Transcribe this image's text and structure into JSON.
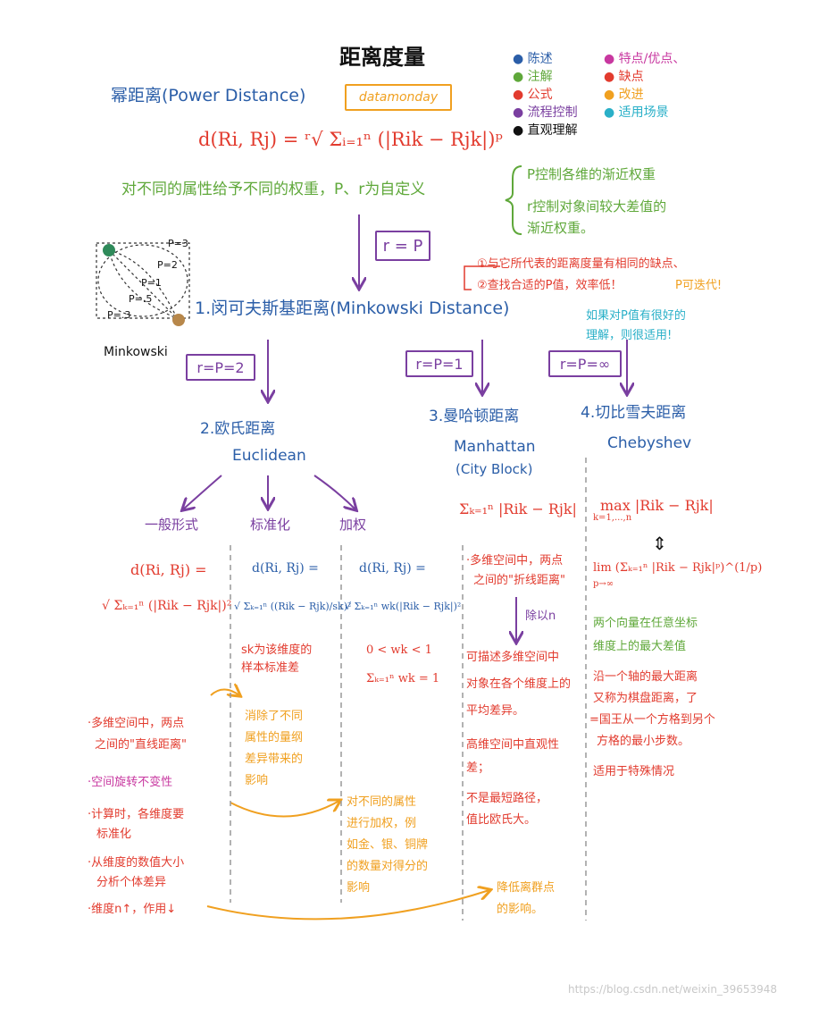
{
  "title": "距离度量",
  "watermark_tag": "datamonday",
  "legend": [
    {
      "label": "陈述",
      "color": "#2b5ea8"
    },
    {
      "label": "注解",
      "color": "#5fa83a"
    },
    {
      "label": "公式",
      "color": "#e23b2e"
    },
    {
      "label": "流程控制",
      "color": "#7a3fa0"
    },
    {
      "label": "直观理解",
      "color": "#111111"
    },
    {
      "label": "特点/优点、",
      "color": "#c838a0"
    },
    {
      "label": "缺点",
      "color": "#e23b2e"
    },
    {
      "label": "改进",
      "color": "#f0a020"
    },
    {
      "label": "适用场景",
      "color": "#2ab0c8"
    }
  ],
  "power": {
    "heading": "幂距离(Power Distance)",
    "formula": "d(Ri, Rj) = ʳ√ Σᵢ₌₁ⁿ (|Rik − Rjk|)ᵖ",
    "note": "对不同的属性给予不同的权重，P、r为自定义",
    "note_p": "P控制各维的渐近权重",
    "note_r1": "r控制对象间较大差值的",
    "note_r2": "渐近权重。",
    "flow": "r = P"
  },
  "mink_figure": {
    "p_labels": [
      "P=3",
      "P=2",
      "P=1",
      "P=.5",
      "P=.3"
    ],
    "caption": "Minkowski"
  },
  "minkowski": {
    "heading": "1.闵可夫斯基距离(Minkowski Distance)",
    "cons1": "①与它所代表的距离度量有相同的缺点、",
    "cons2": "②查找合适的P值，效率低！",
    "improve": "P可迭代!",
    "scene1": "如果对P值有很好的",
    "scene2": "理解，则很适用!"
  },
  "branches": [
    "r=P=2",
    "r=P=1",
    "r=P=∞"
  ],
  "euclid": {
    "heading": "2.欧氏距离",
    "en": "Euclidean",
    "sub": [
      "一般形式",
      "标准化",
      "加权"
    ],
    "f_general_lhs": "d(Ri, Rj) =",
    "f_general_rhs": "√ Σₖ₌₁ⁿ (|Rik − Rjk|)²",
    "f_std_lhs": "d(Ri, Rj) =",
    "f_std_rhs": "√ Σₖ₌₁ⁿ ((Rik − Rjk)/sk)²",
    "f_w_lhs": "d(Ri, Rj) =",
    "f_w_rhs": "√ Σₖ₌₁ⁿ wk(|Rik − Rjk|)²",
    "sk_note1": "sk为该维度的",
    "sk_note2": "样本标准差",
    "w_cond1": "0 < wk < 1",
    "w_cond2": "Σₖ₌₁ⁿ wk = 1",
    "intuit1": "·多维空间中，两点",
    "intuit2": "之间的\"直线距离\"",
    "feat1": "·空间旋转不变性",
    "cons1": "·计算时，各维度要",
    "cons1b": "标准化",
    "cons2": "·从维度的数值大小",
    "cons2b": "分析个体差异",
    "cons3": "·维度n↑，作用↓",
    "std_improve1": "消除了不同",
    "std_improve2": "属性的量纲",
    "std_improve3": "差异带来的",
    "std_improve4": "影响",
    "w_improve1": "对不同的属性",
    "w_improve2": "进行加权，例",
    "w_improve3": "如金、银、铜牌",
    "w_improve4": "的数量对得分的",
    "w_improve5": "影响"
  },
  "manhattan": {
    "heading": "3.曼哈顿距离",
    "en": "Manhattan",
    "en2": "(City Block)",
    "formula": "Σₖ₌₁ⁿ |Rik − Rjk|",
    "intuit1": "·多维空间中，两点",
    "intuit2": "之间的\"折线距离\"",
    "flow": "除以n",
    "feat1": "可描述多维空间中",
    "feat2": "对象在各个维度上的",
    "feat3": "平均差异。",
    "cons1": "高维空间中直观性",
    "cons2": "差；",
    "cons3": "不是最短路径，",
    "cons4": "值比欧氏大。",
    "improve1": "降低离群点",
    "improve2": "的影响。"
  },
  "chebyshev": {
    "heading": "4.切比雪夫距离",
    "en": "Chebyshev",
    "formula1": "max   |Rik − Rjk|",
    "formula1_sub": "k=1,...,n",
    "equiv": "⇕",
    "formula2": "lim (Σₖ₌₁ⁿ |Rik − Rjk|ᵖ)^(1/p)",
    "formula2_sub": "p→∞",
    "intuit1": "两个向量在任意坐标",
    "intuit2": "维度上的最大差值",
    "feat1": "沿一个轴的最大距离",
    "feat2": "又称为棋盘距离，了",
    "feat3": "=国王从一个方格到另个",
    "feat4": "方格的最小步数。",
    "scene": "适用于特殊情况"
  },
  "footer_url": "https://blog.csdn.net/weixin_39653948"
}
